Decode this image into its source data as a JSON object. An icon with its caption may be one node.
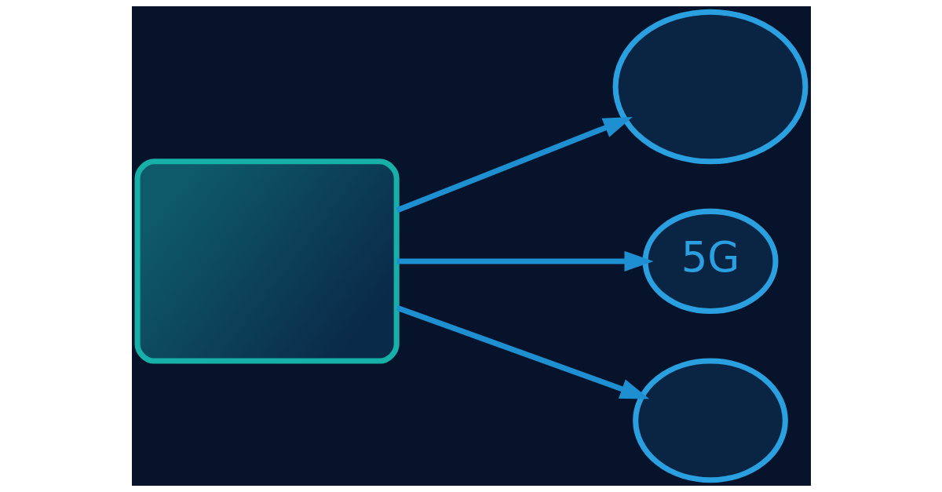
{
  "diagram": {
    "nodes": [
      {
        "text": [],
        "shape": "box"
      },
      {
        "text": [],
        "shape": "circle"
      },
      {
        "text": [
          "5G"
        ]
      },
      {
        "text": [],
        "shape": "circle"
      }
    ],
    "edges": [
      {
        "from": 0,
        "to": 1,
        "arrow": "to"
      },
      {
        "from": 0,
        "to": 2,
        "arrow": "to"
      },
      {
        "from": 0,
        "to": 3,
        "arrow": "to"
      }
    ]
  }
}
